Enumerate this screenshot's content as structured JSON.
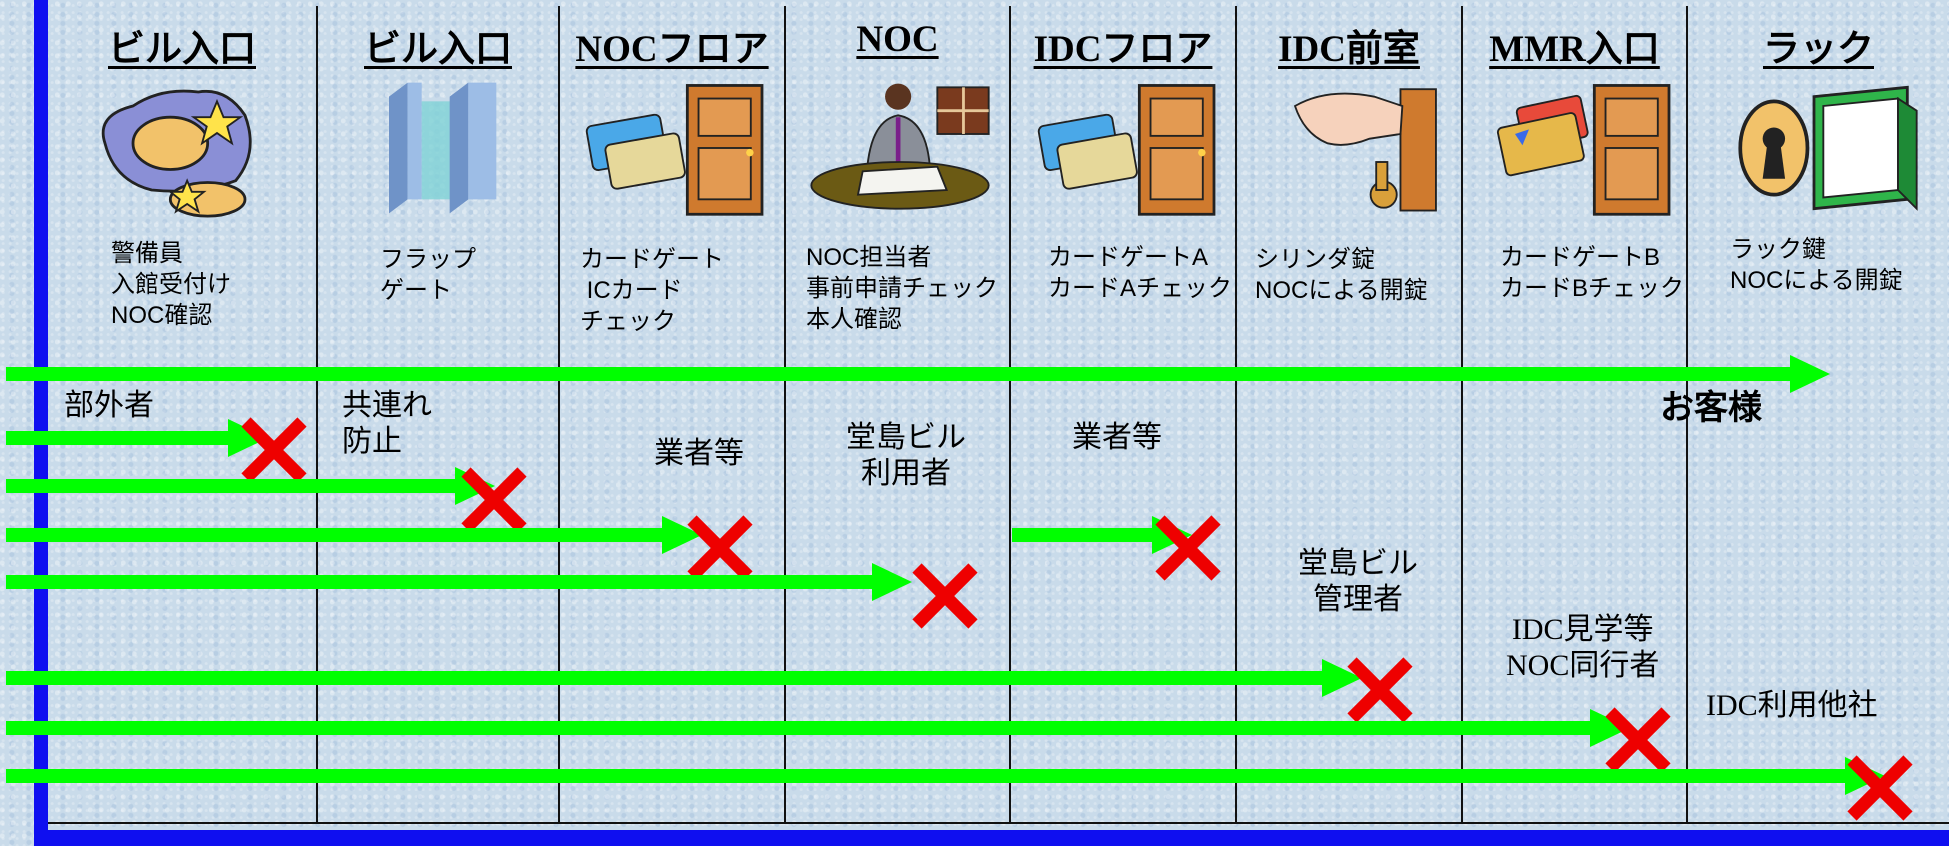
{
  "columns": [
    {
      "title": "ビル入口",
      "desc": "警備員\n入館受付け\nNOC確認",
      "icon": "security-guard-badge-icon"
    },
    {
      "title": "ビル入口",
      "desc": "フラップ\nゲート",
      "icon": "flap-gate-icon"
    },
    {
      "title": "NOCフロア",
      "desc": "カードゲート\n ICカード\nチェック",
      "icon": "card-and-door-icon"
    },
    {
      "title": "NOC",
      "desc": "NOC担当者\n事前申請チェック\n本人確認",
      "icon": "desk-clerk-icon"
    },
    {
      "title": "IDCフロア",
      "desc": "カードゲートA\nカードAチェック",
      "icon": "card-and-door-icon"
    },
    {
      "title": "IDC前室",
      "desc": "シリンダ錠\nNOCによる開錠",
      "icon": "hand-key-lock-icon"
    },
    {
      "title": "MMR入口",
      "desc": "カードゲートB\nカードBチェック",
      "icon": "credit-cards-door-icon"
    },
    {
      "title": "ラック",
      "desc": "ラック鍵\nNOCによる開錠",
      "icon": "keyhole-rack-icon"
    }
  ],
  "flows": [
    {
      "label": "お客様",
      "blocked": false
    },
    {
      "label": "部外者",
      "blocked": true
    },
    {
      "label": "共連れ\n防止",
      "blocked": true
    },
    {
      "label": "業者等",
      "blocked": true
    },
    {
      "label": "堂島ビル\n利用者",
      "blocked": true
    },
    {
      "label": "業者等",
      "blocked": true
    },
    {
      "label": "堂島ビル\n管理者",
      "blocked": true
    },
    {
      "label": "IDC見学等\nNOC同行者",
      "blocked": true
    },
    {
      "label": "IDC利用他社",
      "blocked": true
    }
  ],
  "colors": {
    "arrow": "#00ff00",
    "cross": "#ee0000",
    "frame": "#0f0ff0",
    "background": "#c9dbea"
  }
}
